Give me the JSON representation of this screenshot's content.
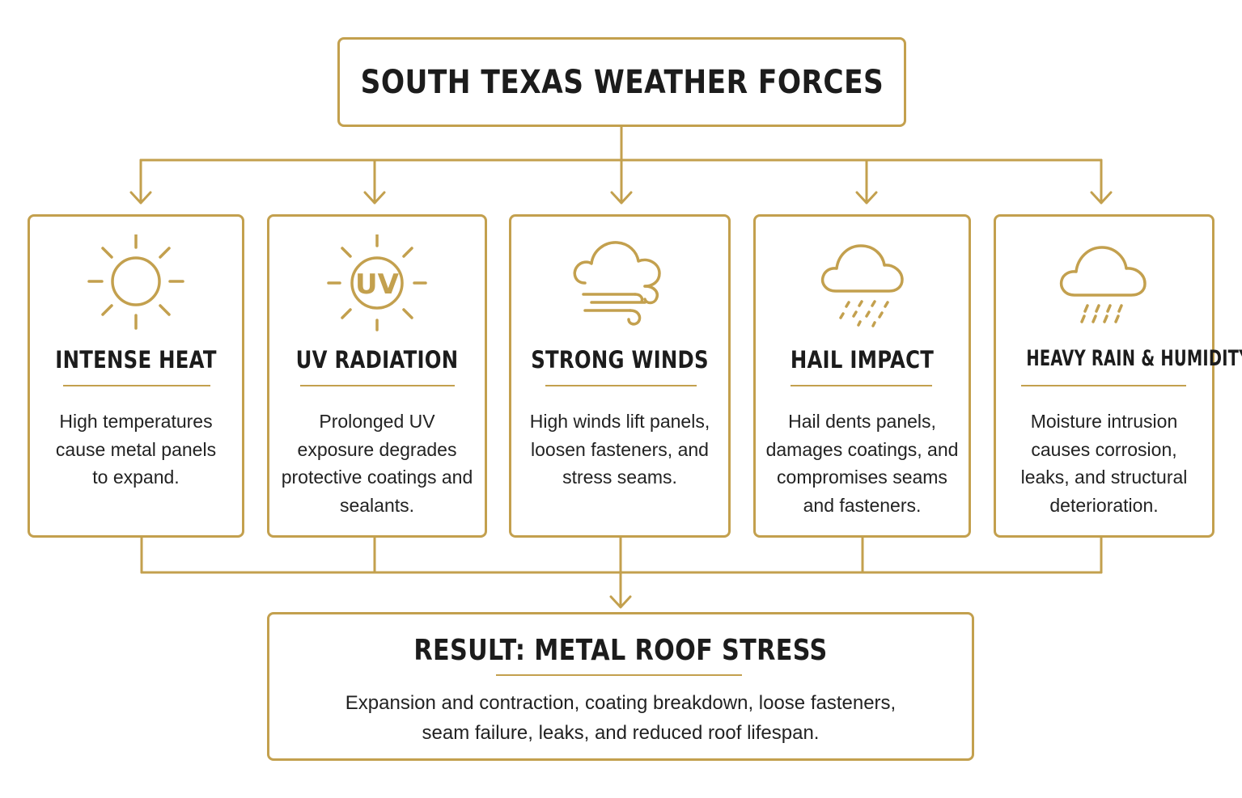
{
  "title": "SOUTH TEXAS WEATHER FORCES",
  "accent_color": "#c3a04e",
  "cards": [
    {
      "icon": "sun-icon",
      "heading": "INTENSE HEAT",
      "description": "High temperatures cause metal panels to expand."
    },
    {
      "icon": "uv-sun-icon",
      "icon_text": "UV",
      "heading": "UV RADIATION",
      "description": "Prolonged UV exposure degrades protective coatings and sealants."
    },
    {
      "icon": "wind-cloud-icon",
      "heading": "STRONG WINDS",
      "description": "High winds lift panels, loosen fasteners, and stress seams."
    },
    {
      "icon": "hail-cloud-icon",
      "heading": "HAIL IMPACT",
      "description": "Hail dents panels, damages coatings, and compromises seams and fasteners."
    },
    {
      "icon": "rain-cloud-icon",
      "heading": "HEAVY RAIN & HUMIDITY",
      "description": "Moisture intrusion causes corrosion, leaks, and structural deterioration."
    }
  ],
  "result": {
    "title": "RESULT: METAL ROOF STRESS",
    "description": "Expansion and contraction, coating breakdown, loose fasteners, seam failure, leaks, and reduced roof lifespan."
  }
}
